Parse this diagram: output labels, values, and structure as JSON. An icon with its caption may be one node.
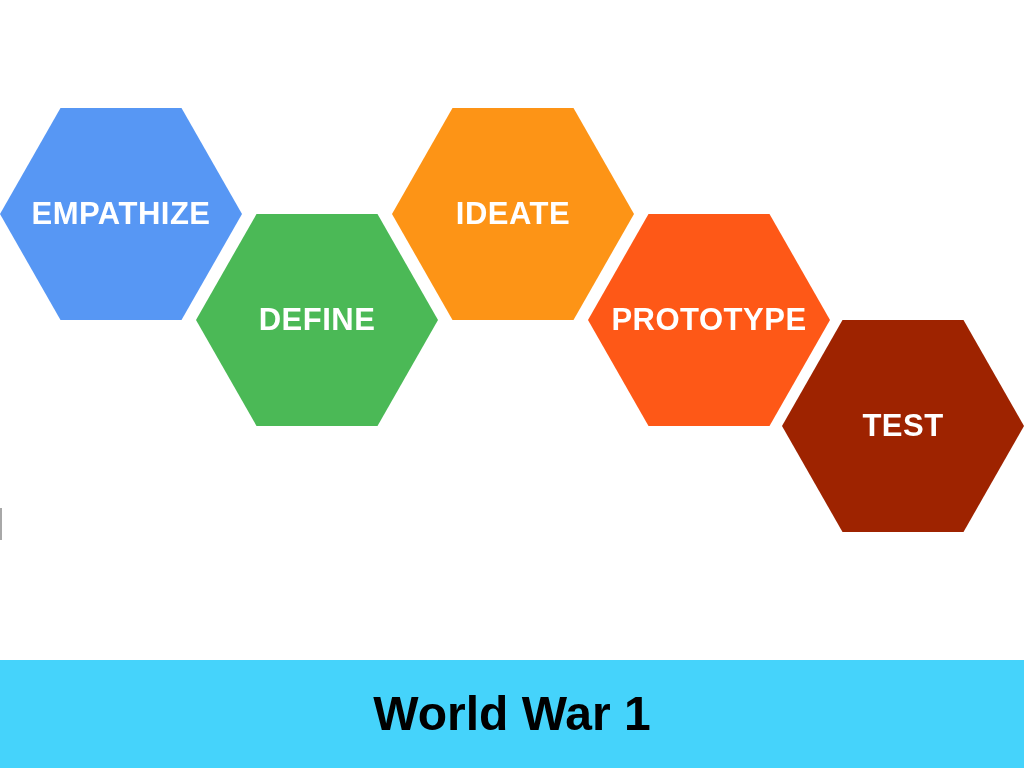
{
  "diagram": {
    "title": "World War 1",
    "nodes": [
      {
        "text": [
          "EMPATHIZE"
        ]
      },
      {
        "text": [
          "DEFINE"
        ]
      },
      {
        "text": [
          "IDEATE"
        ]
      },
      {
        "text": [
          "PROTOTYPE"
        ]
      },
      {
        "text": [
          "TEST"
        ]
      }
    ]
  }
}
